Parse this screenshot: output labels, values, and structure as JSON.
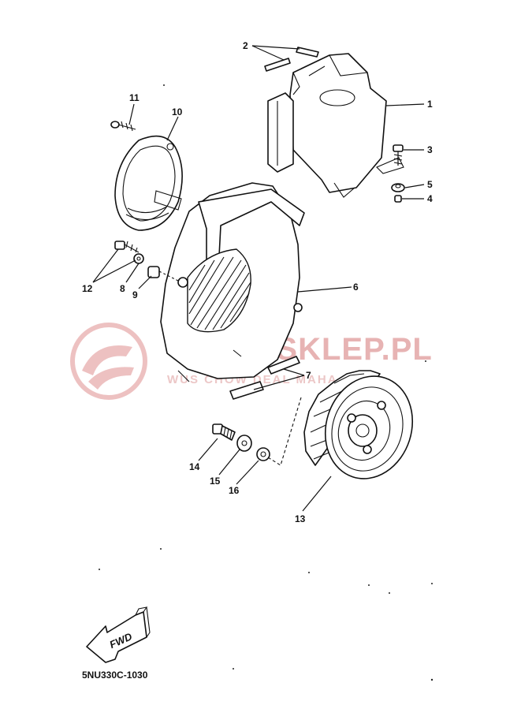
{
  "watermark": {
    "brand": "YAMA-SKLEP.PL",
    "tagline": "WUS  CHOW  DEAL  MAHA"
  },
  "callouts": [
    "1",
    "2",
    "3",
    "4",
    "5",
    "6",
    "7",
    "8",
    "9",
    "10",
    "11",
    "12",
    "13",
    "14",
    "15",
    "16"
  ],
  "direction_label": "FWD",
  "diagram_code": "5NU330C-1030"
}
